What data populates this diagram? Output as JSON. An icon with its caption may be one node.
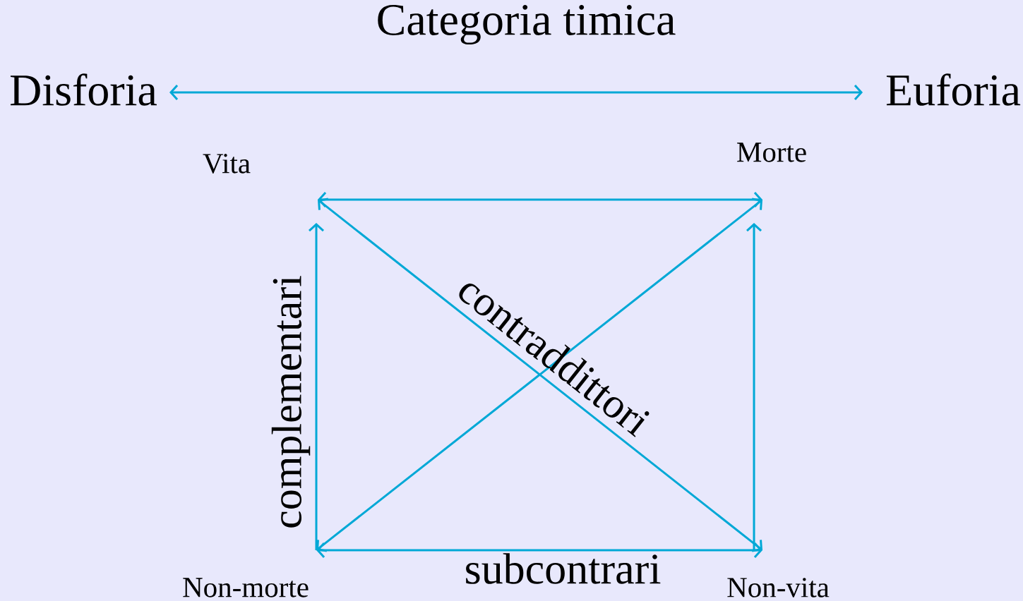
{
  "diagram": {
    "title": "Categoria timica",
    "nodes": [
      {
        "text": [
          "Disforia"
        ]
      },
      {
        "text": [
          "Euforia"
        ]
      },
      {
        "text": [
          "Vita"
        ]
      },
      {
        "text": [
          "Morte"
        ]
      },
      {
        "text": [
          "Non-morte"
        ]
      },
      {
        "text": [
          "Non-vita"
        ]
      }
    ],
    "edges": [
      {
        "from": 0,
        "to": 1,
        "arrow": "both"
      },
      {
        "from": 2,
        "to": 3,
        "arrow": "both"
      },
      {
        "from": 2,
        "to": 5,
        "arrow": "both",
        "label": "contraddittori"
      },
      {
        "from": 3,
        "to": 4,
        "arrow": "both"
      },
      {
        "from": 4,
        "to": 2,
        "arrow": "to",
        "label": "complementari"
      },
      {
        "from": 5,
        "to": 3,
        "arrow": "to"
      },
      {
        "from": 4,
        "to": 5,
        "arrow": "both",
        "label": "subcontrari"
      }
    ]
  }
}
